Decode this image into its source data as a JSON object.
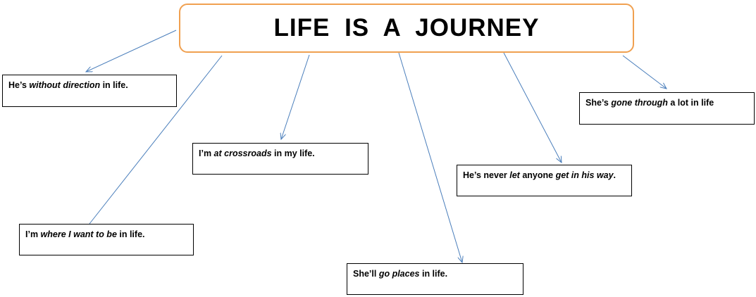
{
  "title": "LIFE  IS  A  JOURNEY",
  "colors": {
    "title_border": "#f0a050",
    "connector": "#4a7ebb"
  },
  "nodes": [
    {
      "id": "without-direction",
      "parts": [
        "He’s ",
        "without direction",
        " in life."
      ]
    },
    {
      "id": "at-crossroads",
      "parts": [
        "I’m ",
        "at crossroads",
        " in my life."
      ]
    },
    {
      "id": "where-i-want-to-be",
      "parts": [
        "I’m ",
        "where I want to be",
        " in life."
      ]
    },
    {
      "id": "go-places",
      "parts": [
        "She’ll  ",
        "go places",
        " in life."
      ]
    },
    {
      "id": "get-in-his-way",
      "parts": [
        "He’s never ",
        "let",
        " anyone ",
        "get in  his way",
        "."
      ]
    },
    {
      "id": "gone-through",
      "parts": [
        "She’s ",
        "gone through",
        " a lot in life"
      ]
    }
  ]
}
